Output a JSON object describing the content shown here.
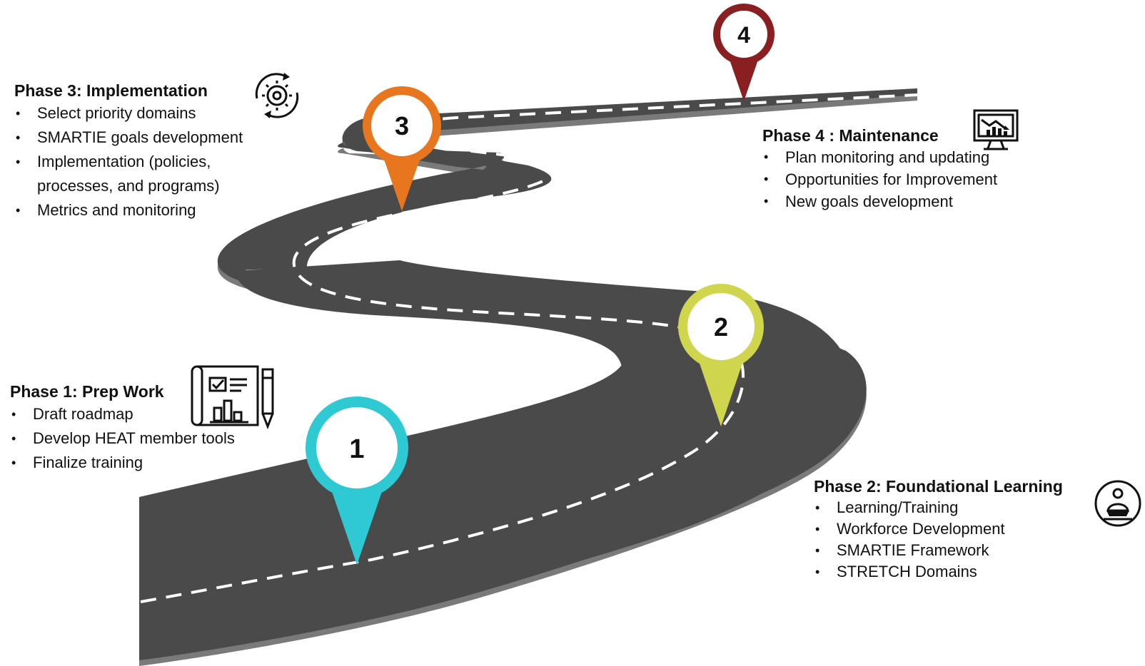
{
  "colors": {
    "road": "#4a4a4a",
    "road_edge": "#7a7a7a",
    "lane_marking": "#ffffff",
    "pin_1": "#2ec9d3",
    "pin_2": "#cfd64e",
    "pin_3": "#e8761f",
    "pin_4": "#8a1f22"
  },
  "pins": [
    {
      "label": "1",
      "color": "#2ec9d3"
    },
    {
      "label": "2",
      "color": "#cfd64e"
    },
    {
      "label": "3",
      "color": "#e8761f"
    },
    {
      "label": "4",
      "color": "#8a1f22"
    }
  ],
  "phases": {
    "phase1": {
      "title": "Phase 1: Prep Work",
      "icon": "blueprint-icon",
      "items": [
        "Draft roadmap",
        "Develop HEAT member tools",
        "Finalize training"
      ]
    },
    "phase2": {
      "title": "Phase 2: Foundational Learning",
      "icon": "reader-icon",
      "items": [
        "Learning/Training",
        "Workforce Development",
        "SMARTIE Framework",
        "STRETCH Domains"
      ]
    },
    "phase3": {
      "title": "Phase 3: Implementation",
      "icon": "gear-cycle-icon",
      "items": [
        "Select priority domains",
        "SMARTIE goals development",
        "Implementation (policies,",
        "processes, and programs)",
        "Metrics and monitoring"
      ]
    },
    "phase4": {
      "title": "Phase 4 : Maintenance",
      "icon": "monitor-chart-icon",
      "items": [
        "Plan monitoring and updating",
        "Opportunities for Improvement",
        "New goals development"
      ]
    }
  }
}
